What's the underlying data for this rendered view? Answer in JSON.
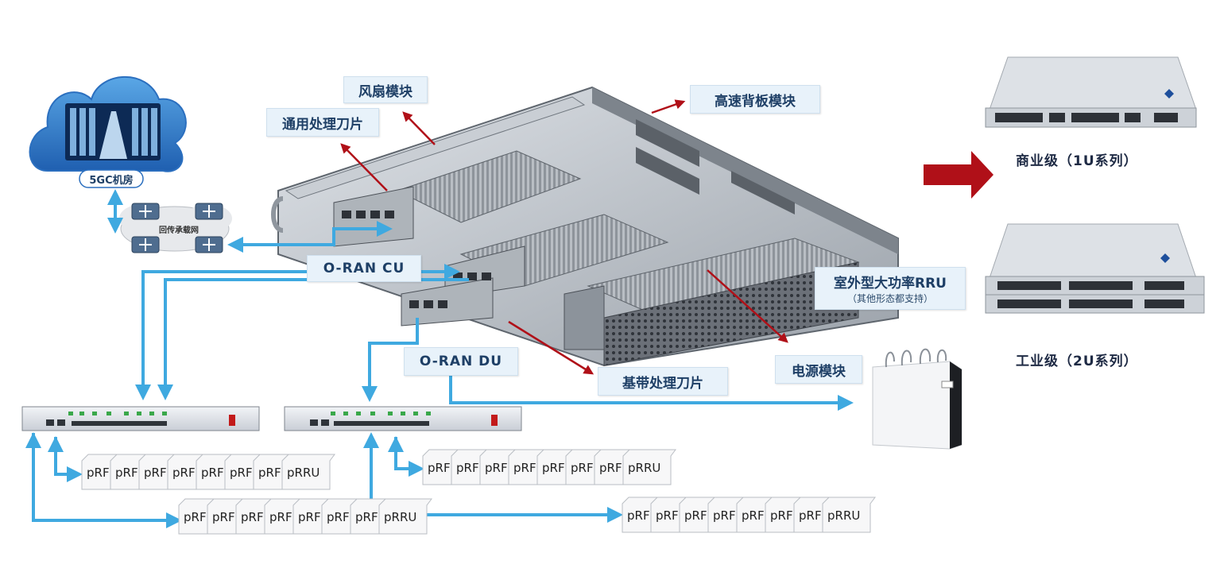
{
  "labels": {
    "fan_module": "风扇模块",
    "general_blade": "通用处理刀片",
    "backplane": "高速背板模块",
    "oran_cu": "O-RAN CU",
    "rru_title": "室外型大功率RRU",
    "rru_sub": "（其他形态都支持）",
    "oran_du": "O-RAN DU",
    "baseband_blade": "基带处理刀片",
    "power_module": "电源模块",
    "cloud": "5GC机房",
    "backhaul": "回传承载网",
    "commercial": "商业级（1U系列）",
    "industrial": "工业级（2U系列）"
  },
  "prru_groups": [
    {
      "items": [
        "pRF",
        "pRF",
        "pRF",
        "pRF",
        "pRF",
        "pRF",
        "pRF",
        "pRRU"
      ]
    },
    {
      "items": [
        "pRF",
        "pRF",
        "pRF",
        "pRF",
        "pRF",
        "pRF",
        "pRF",
        "pRRU"
      ]
    },
    {
      "items": [
        "pRF",
        "pRF",
        "pRF",
        "pRF",
        "pRF",
        "pRF",
        "pRF",
        "pRRU"
      ]
    },
    {
      "items": [
        "pRF",
        "pRF",
        "pRF",
        "pRF",
        "pRF",
        "pRF",
        "pRF",
        "pRRU"
      ]
    }
  ],
  "colors": {
    "arrow_blue": "#3fa9e0",
    "arrow_red": "#b01018",
    "label_bg": "#e8f2fa",
    "label_text": "#1e3f66"
  }
}
